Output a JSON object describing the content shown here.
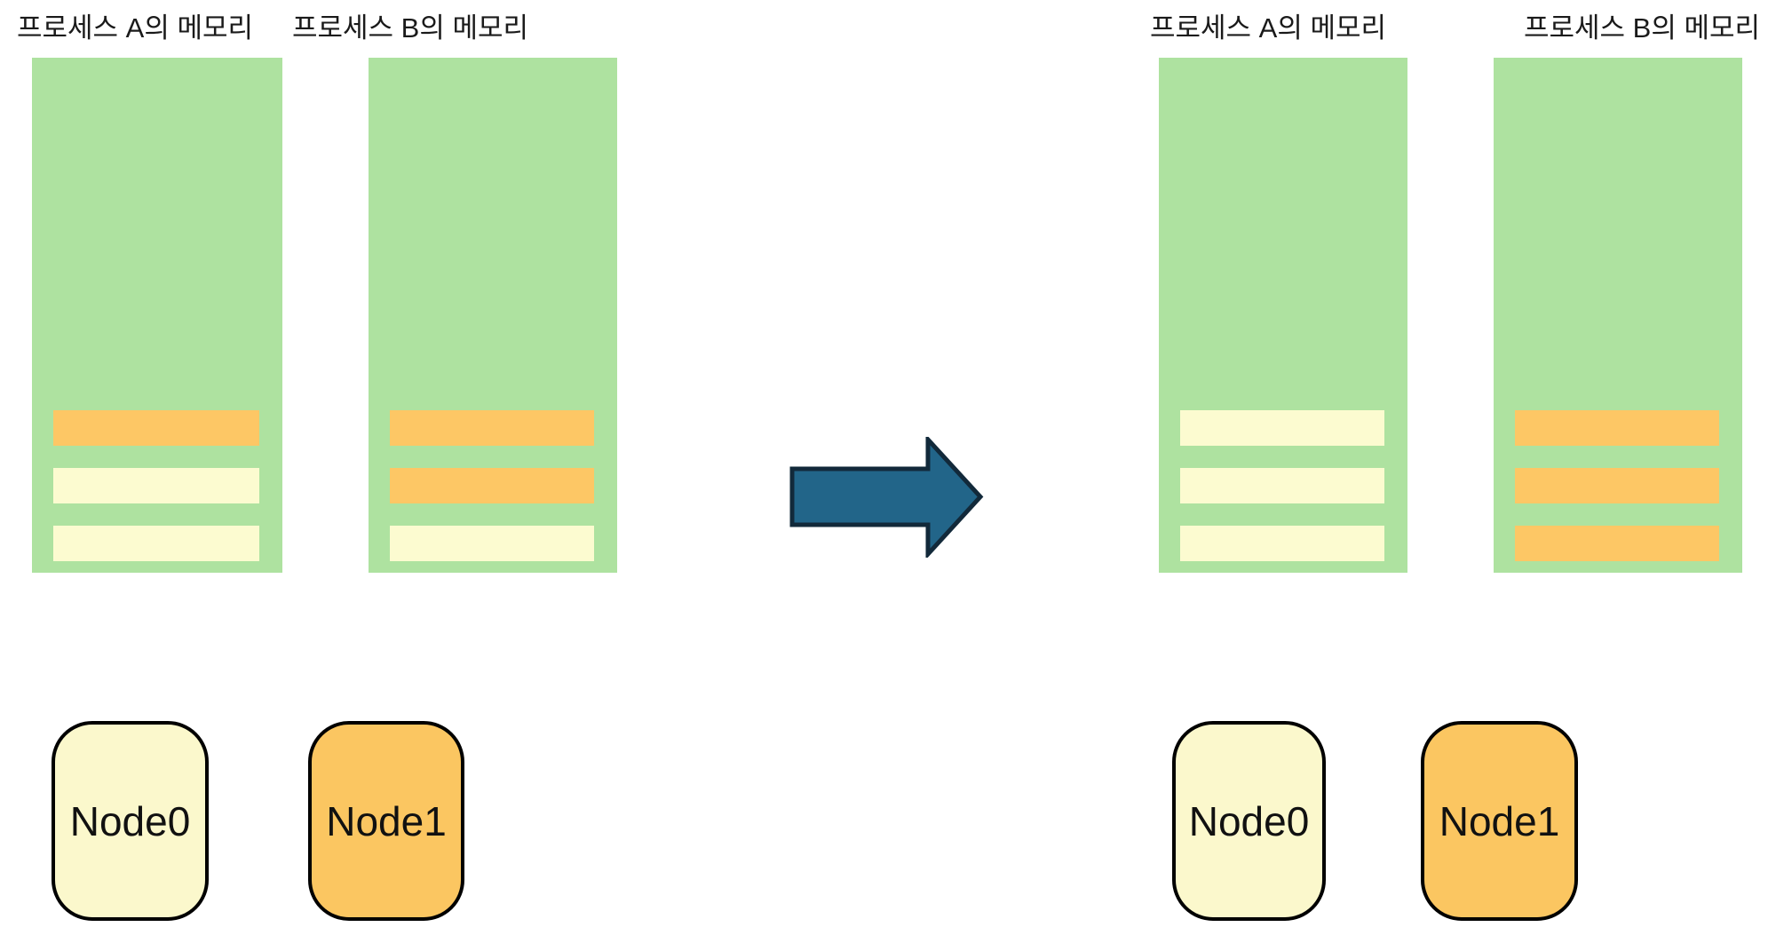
{
  "diagram": {
    "description": "NUMA memory migration before/after diagram",
    "colors": {
      "memory_block_green": "#AEE2A0",
      "stripe_orange": "#FDC765",
      "stripe_cream": "#FCFBD0",
      "node0_fill": "#FBF8CC",
      "node1_fill": "#FBC661",
      "node_border": "#000000",
      "arrow_fill": "#226589",
      "arrow_border": "#12293A",
      "background": "#FFFFFF"
    },
    "before": {
      "process_a": {
        "title": "프로세스 A의 메모리",
        "stripes": [
          "#FDC765",
          "#FCFBD0",
          "#FCFBD0"
        ]
      },
      "process_b": {
        "title": "프로세스 B의 메모리",
        "stripes": [
          "#FDC765",
          "#FDC765",
          "#FCFBD0"
        ]
      },
      "nodes": [
        {
          "label": "Node0",
          "fill": "#FBF8CC"
        },
        {
          "label": "Node1",
          "fill": "#FBC661"
        }
      ]
    },
    "after": {
      "process_a": {
        "title": "프로세스 A의 메모리",
        "stripes": [
          "#FCFBD0",
          "#FCFBD0",
          "#FCFBD0"
        ]
      },
      "process_b": {
        "title": "프로세스 B의 메모리",
        "stripes": [
          "#FDC765",
          "#FDC765",
          "#FDC765"
        ]
      },
      "nodes": [
        {
          "label": "Node0",
          "fill": "#FBF8CC"
        },
        {
          "label": "Node1",
          "fill": "#FBC661"
        }
      ]
    },
    "arrow": {
      "direction": "right"
    }
  }
}
